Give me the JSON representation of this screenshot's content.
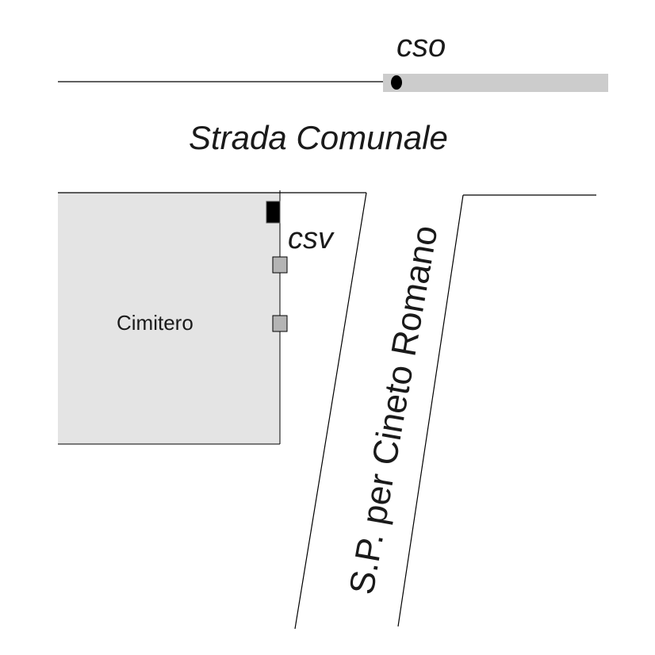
{
  "labels": {
    "cso": "cso",
    "road_municipal": "Strada Comunale",
    "csv": "csv",
    "cemetery": "Cimitero",
    "road_provincial": "S.P. per Cineto Romano"
  },
  "colors": {
    "cemetery_fill": "#e4e4e4",
    "cso_bar": "#cccccc",
    "marker_grey": "#b4b4b4",
    "line": "#000000"
  }
}
